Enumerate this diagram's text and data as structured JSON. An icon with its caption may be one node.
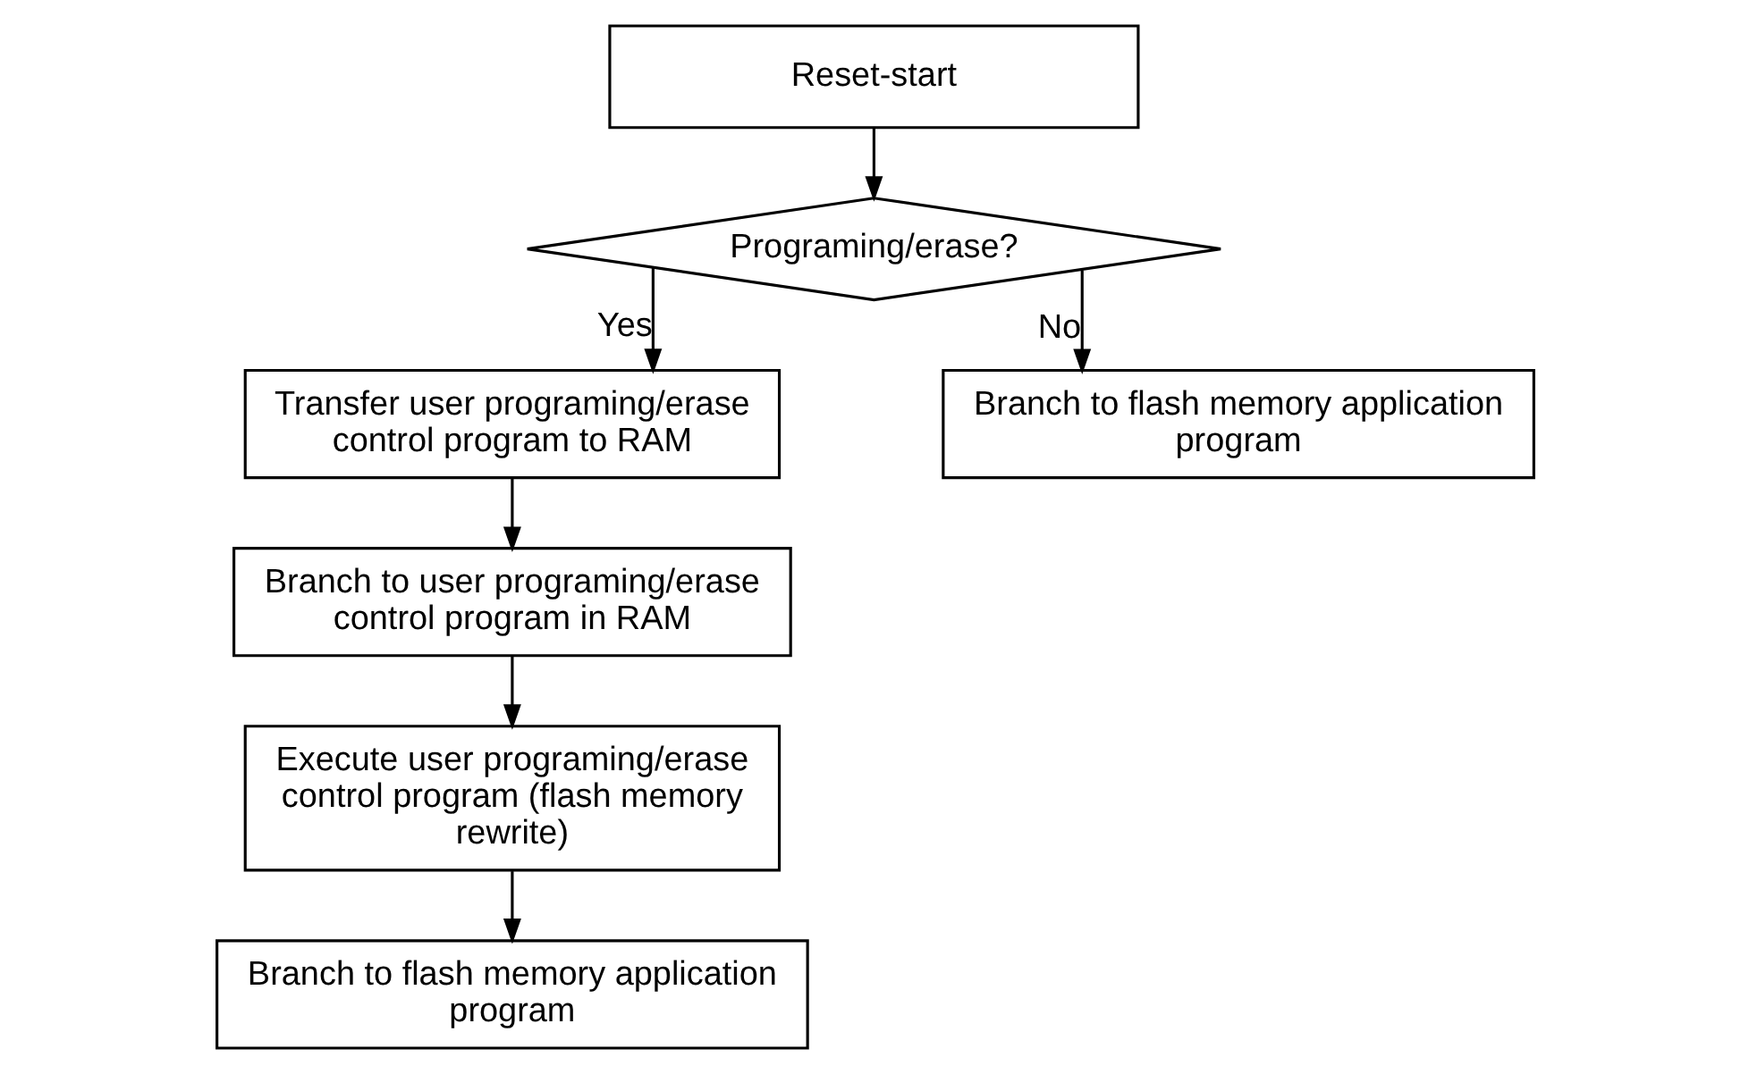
{
  "diagram": {
    "nodes": [
      {
        "text": [
          "Reset-start"
        ]
      },
      {
        "text": [
          "Programing/erase?"
        ]
      },
      {
        "text": [
          "Transfer user programing/erase control program to RAM"
        ]
      },
      {
        "text": [
          "Branch to flash memory application program"
        ]
      },
      {
        "text": [
          "Branch to user programing/erase control program in RAM"
        ]
      },
      {
        "text": [
          "Execute user programing/erase control program (flash memory rewrite)"
        ]
      },
      {
        "text": [
          "Branch to flash memory application program"
        ]
      }
    ],
    "edges": [
      {
        "from": 0,
        "to": 1,
        "arrow": "to"
      },
      {
        "from": 1,
        "to": 2,
        "arrow": "to",
        "label": "Yes"
      },
      {
        "from": 1,
        "to": 3,
        "arrow": "to",
        "label": "No"
      },
      {
        "from": 2,
        "to": 4,
        "arrow": "to"
      },
      {
        "from": 4,
        "to": 5,
        "arrow": "to"
      },
      {
        "from": 5,
        "to": 6,
        "arrow": "to"
      }
    ]
  }
}
